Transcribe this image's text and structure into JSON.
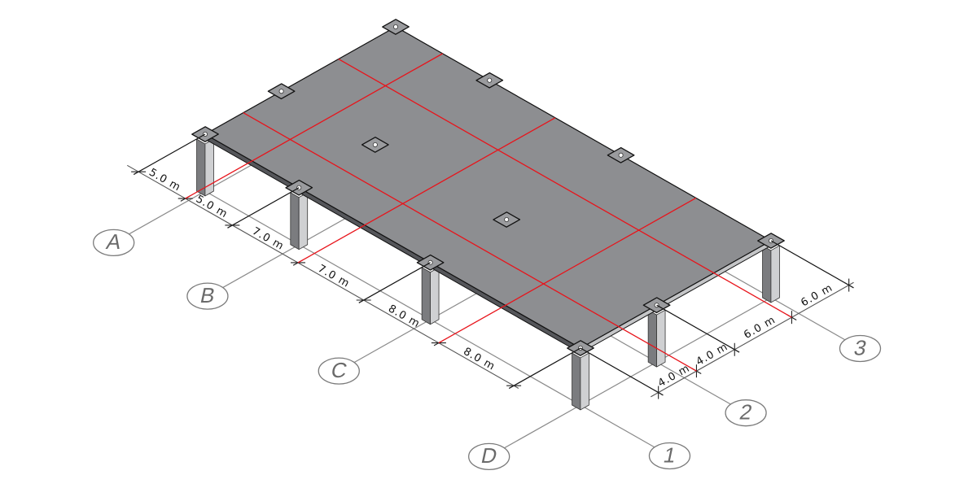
{
  "grid": {
    "letters": [
      {
        "label": "A",
        "position_m": 0
      },
      {
        "label": "B",
        "position_m": 10
      },
      {
        "label": "C",
        "position_m": 24
      },
      {
        "label": "D",
        "position_m": 40
      }
    ],
    "numbers": [
      {
        "label": "1",
        "position_m": 0
      },
      {
        "label": "2",
        "position_m": 8
      },
      {
        "label": "3",
        "position_m": 20
      }
    ]
  },
  "dimensions": {
    "letter_axis": {
      "spans_m": [
        5,
        5,
        7,
        7,
        8,
        8
      ],
      "labels": [
        "5.0 m",
        "5.0 m",
        "7.0 m",
        "7.0 m",
        "8.0 m",
        "8.0 m"
      ]
    },
    "number_axis": {
      "spans_m": [
        4,
        4,
        6,
        6
      ],
      "labels": [
        "4.0 m",
        "4.0 m",
        "6.0 m",
        "6.0 m"
      ]
    }
  },
  "colors": {
    "slab_top": "#8d8e91",
    "slab_side_dark": "#55565a",
    "slab_side_light": "#c4c5c7",
    "column_dark": "#7b7c7f",
    "column_light": "#cfd0d2",
    "strip_line": "#e8141b",
    "grid_line": "#8a8a8a",
    "dimension_line": "#555555",
    "extension_line": "#111111"
  }
}
